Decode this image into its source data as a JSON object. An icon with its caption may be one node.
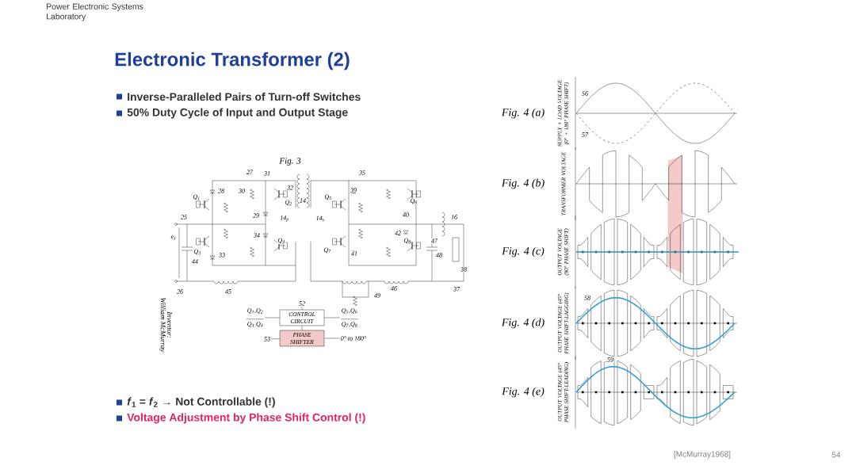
{
  "diagram": {
    "title": "Electronic Transformer (2)",
    "nodes": [
      {
        "text": [
          "CONTROL CIRCUIT"
        ]
      },
      {
        "text": [
          "PHASE SHIFTER"
        ]
      },
      {
        "text": [
          "52"
        ]
      },
      {
        "text": [
          "Q$_{1}$,Q$_{2}$",
          "Q$_{3}$ Q$_{4}$"
        ]
      },
      {
        "text": [
          "Q$_{5}$,Q$_{6}$",
          "Q$_{7}$,Q$_{8}$"
        ]
      },
      {
        "text": [
          "53"
        ]
      },
      {
        "text": [
          "0° to 180°"
        ]
      }
    ],
    "edges": [
      {
        "from": 0,
        "to": 1,
        "arrow": "none"
      },
      {
        "from": 2,
        "to": 0,
        "arrow": "none"
      },
      {
        "from": 3,
        "to": 0,
        "arrow": "none"
      },
      {
        "from": 0,
        "to": 4,
        "arrow": "none"
      },
      {
        "from": 5,
        "to": 1,
        "arrow": "none"
      },
      {
        "from": 1,
        "to": 6,
        "arrow": "none"
      }
    ],
    "labels": [
      "Power Electronic Systems Laboratory",
      "Inverse-Paralleled Pairs of Turn-off Switches",
      "50% Duty Cycle of Input and Output Stage",
      "Fig. 3",
      "27",
      "31",
      "35",
      "28",
      "30",
      "32",
      "39",
      "Q$_{1}$",
      "Q$_{2}$",
      "14",
      "Q$_{5}$",
      "Q$_{6}$",
      "25",
      "29",
      "14$_{p}$",
      "14$_{s}$",
      "40",
      "16",
      "e$_{1}$",
      "34",
      "Q$_{4}$",
      "42",
      "Q$_{8}$",
      "47",
      "Q$_{3}$",
      "33",
      "Q$_{7}$",
      "41",
      "48",
      "44",
      "38",
      "26",
      "45",
      "49",
      "46",
      "37",
      "Inventor:",
      "William McMurray",
      "Fig. 4 (a)",
      "SUPPLY + LOAD VOLTAGE (0° + 180° PHASE SHIFT)",
      "56",
      "57",
      "Fig. 4 (b)",
      "TRANSFORMER VOLTAGE",
      "Fig. 4 (c)",
      "OUTPUT VOLTAGE (90° PHASE SHIFT)",
      "Fig. 4 (d)",
      "OUTPUT VOLTAGE (45° PHASE SHIFT-LAGGING)",
      "58",
      "Fig. 4 (e)",
      "OUTPUT VOLTAGE (45° PHASE SHIFT-LEADING)",
      "59",
      "*f*$_{1}$ = *f*$_{2}$ → Not Controllable (!)",
      "Voltage Adjustment by Phase Shift Control (!)",
      "[McMurray1968]",
      "54"
    ]
  }
}
